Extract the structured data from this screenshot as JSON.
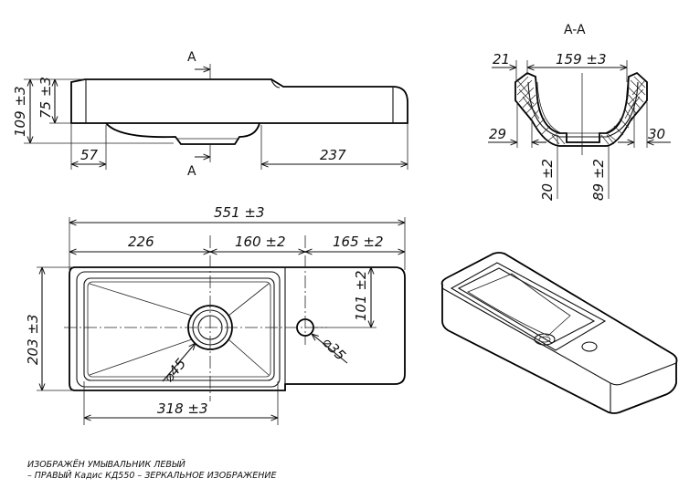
{
  "section_label": "A-A",
  "section_marks": {
    "top": "A",
    "bottom": "A"
  },
  "side_view": {
    "dims": {
      "height_total": "109 ±3",
      "height_shelf": "75 ±3",
      "left_offset": "57",
      "right_offset": "237"
    }
  },
  "section_view": {
    "dims": {
      "rim_width": "21",
      "bowl_width": "159 ±3",
      "left_depth": "29",
      "right_depth": "30",
      "drain_height": "20 ±2",
      "total_height": "89 ±2"
    }
  },
  "top_view": {
    "dims": {
      "total_width": "551 ±3",
      "seg_left": "226",
      "seg_mid": "160 ±2",
      "seg_right": "165 ±2",
      "depth": "203 ±3",
      "tap_offset": "101 ±2",
      "drain_dia": "⌀45",
      "tap_dia": "⌀35",
      "bowl_width": "318 ±3"
    }
  },
  "notes": {
    "line1": "ИЗОБРАЖЁН УМЫВАЛЬНИК ЛЕВЫЙ",
    "line2": "– ПРАВЫЙ Кадис КД550 – ЗЕРКАЛЬНОЕ ИЗОБРАЖЕНИЕ"
  }
}
